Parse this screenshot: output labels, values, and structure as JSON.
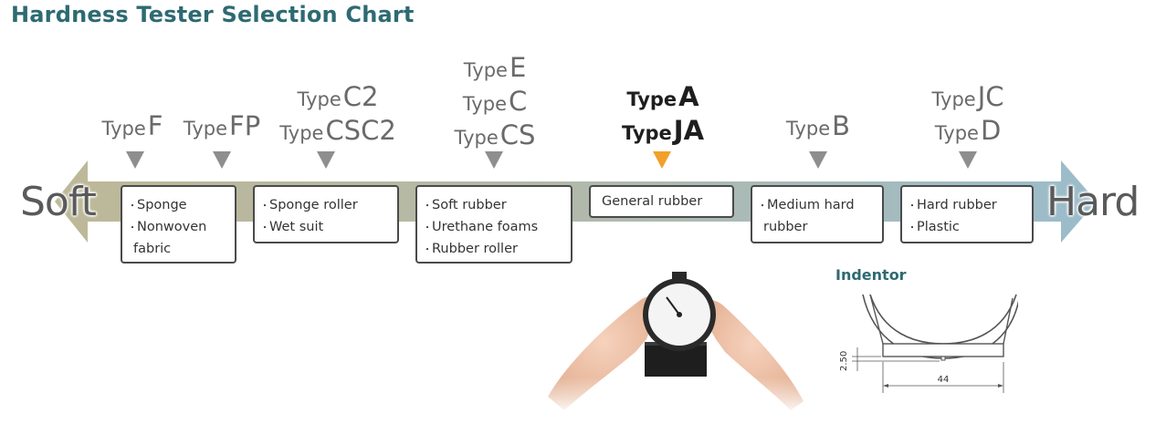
{
  "page": {
    "title": "Hardness Tester Selection Chart"
  },
  "scale": {
    "soft_label": "Soft",
    "hard_label": "Hard"
  },
  "type_groups": [
    {
      "lines": [
        {
          "word": "Type",
          "letter": "F"
        }
      ]
    },
    {
      "lines": [
        {
          "word": "Type",
          "letter": "FP"
        }
      ]
    },
    {
      "lines": [
        {
          "word": "Type",
          "letter": "C2"
        },
        {
          "word": "Type",
          "letter": "CSC2"
        }
      ]
    },
    {
      "lines": [
        {
          "word": "Type",
          "letter": "E"
        },
        {
          "word": "Type",
          "letter": "C"
        },
        {
          "word": "Type",
          "letter": "CS"
        }
      ]
    },
    {
      "lines": [
        {
          "word": "Type",
          "letter": "A"
        },
        {
          "word": "Type",
          "letter": "JA"
        }
      ]
    },
    {
      "lines": [
        {
          "word": "Type",
          "letter": "B"
        }
      ]
    },
    {
      "lines": [
        {
          "word": "Type",
          "letter": "JC"
        },
        {
          "word": "Type",
          "letter": "D"
        }
      ]
    }
  ],
  "materials": [
    {
      "items": [
        "Sponge",
        "Nonwoven",
        "fabric"
      ]
    },
    {
      "items": [
        "Sponge roller",
        "Wet suit"
      ]
    },
    {
      "items": [
        "Soft rubber",
        "Urethane foams",
        "Rubber roller"
      ]
    },
    {
      "items": [
        "General rubber"
      ]
    },
    {
      "items": [
        "Medium hard",
        "rubber"
      ]
    },
    {
      "items": [
        "Hard rubber",
        "Plastic"
      ]
    }
  ],
  "indentor": {
    "label": "Indentor",
    "dim_height": "2.50",
    "dim_width": "44"
  },
  "colors": {
    "title": "#2e6a72",
    "highlight_triangle": "#f1a02a",
    "triangle": "#8e8e8e",
    "arrow_soft": "#bdb898",
    "arrow_hard": "#9bbccb"
  }
}
